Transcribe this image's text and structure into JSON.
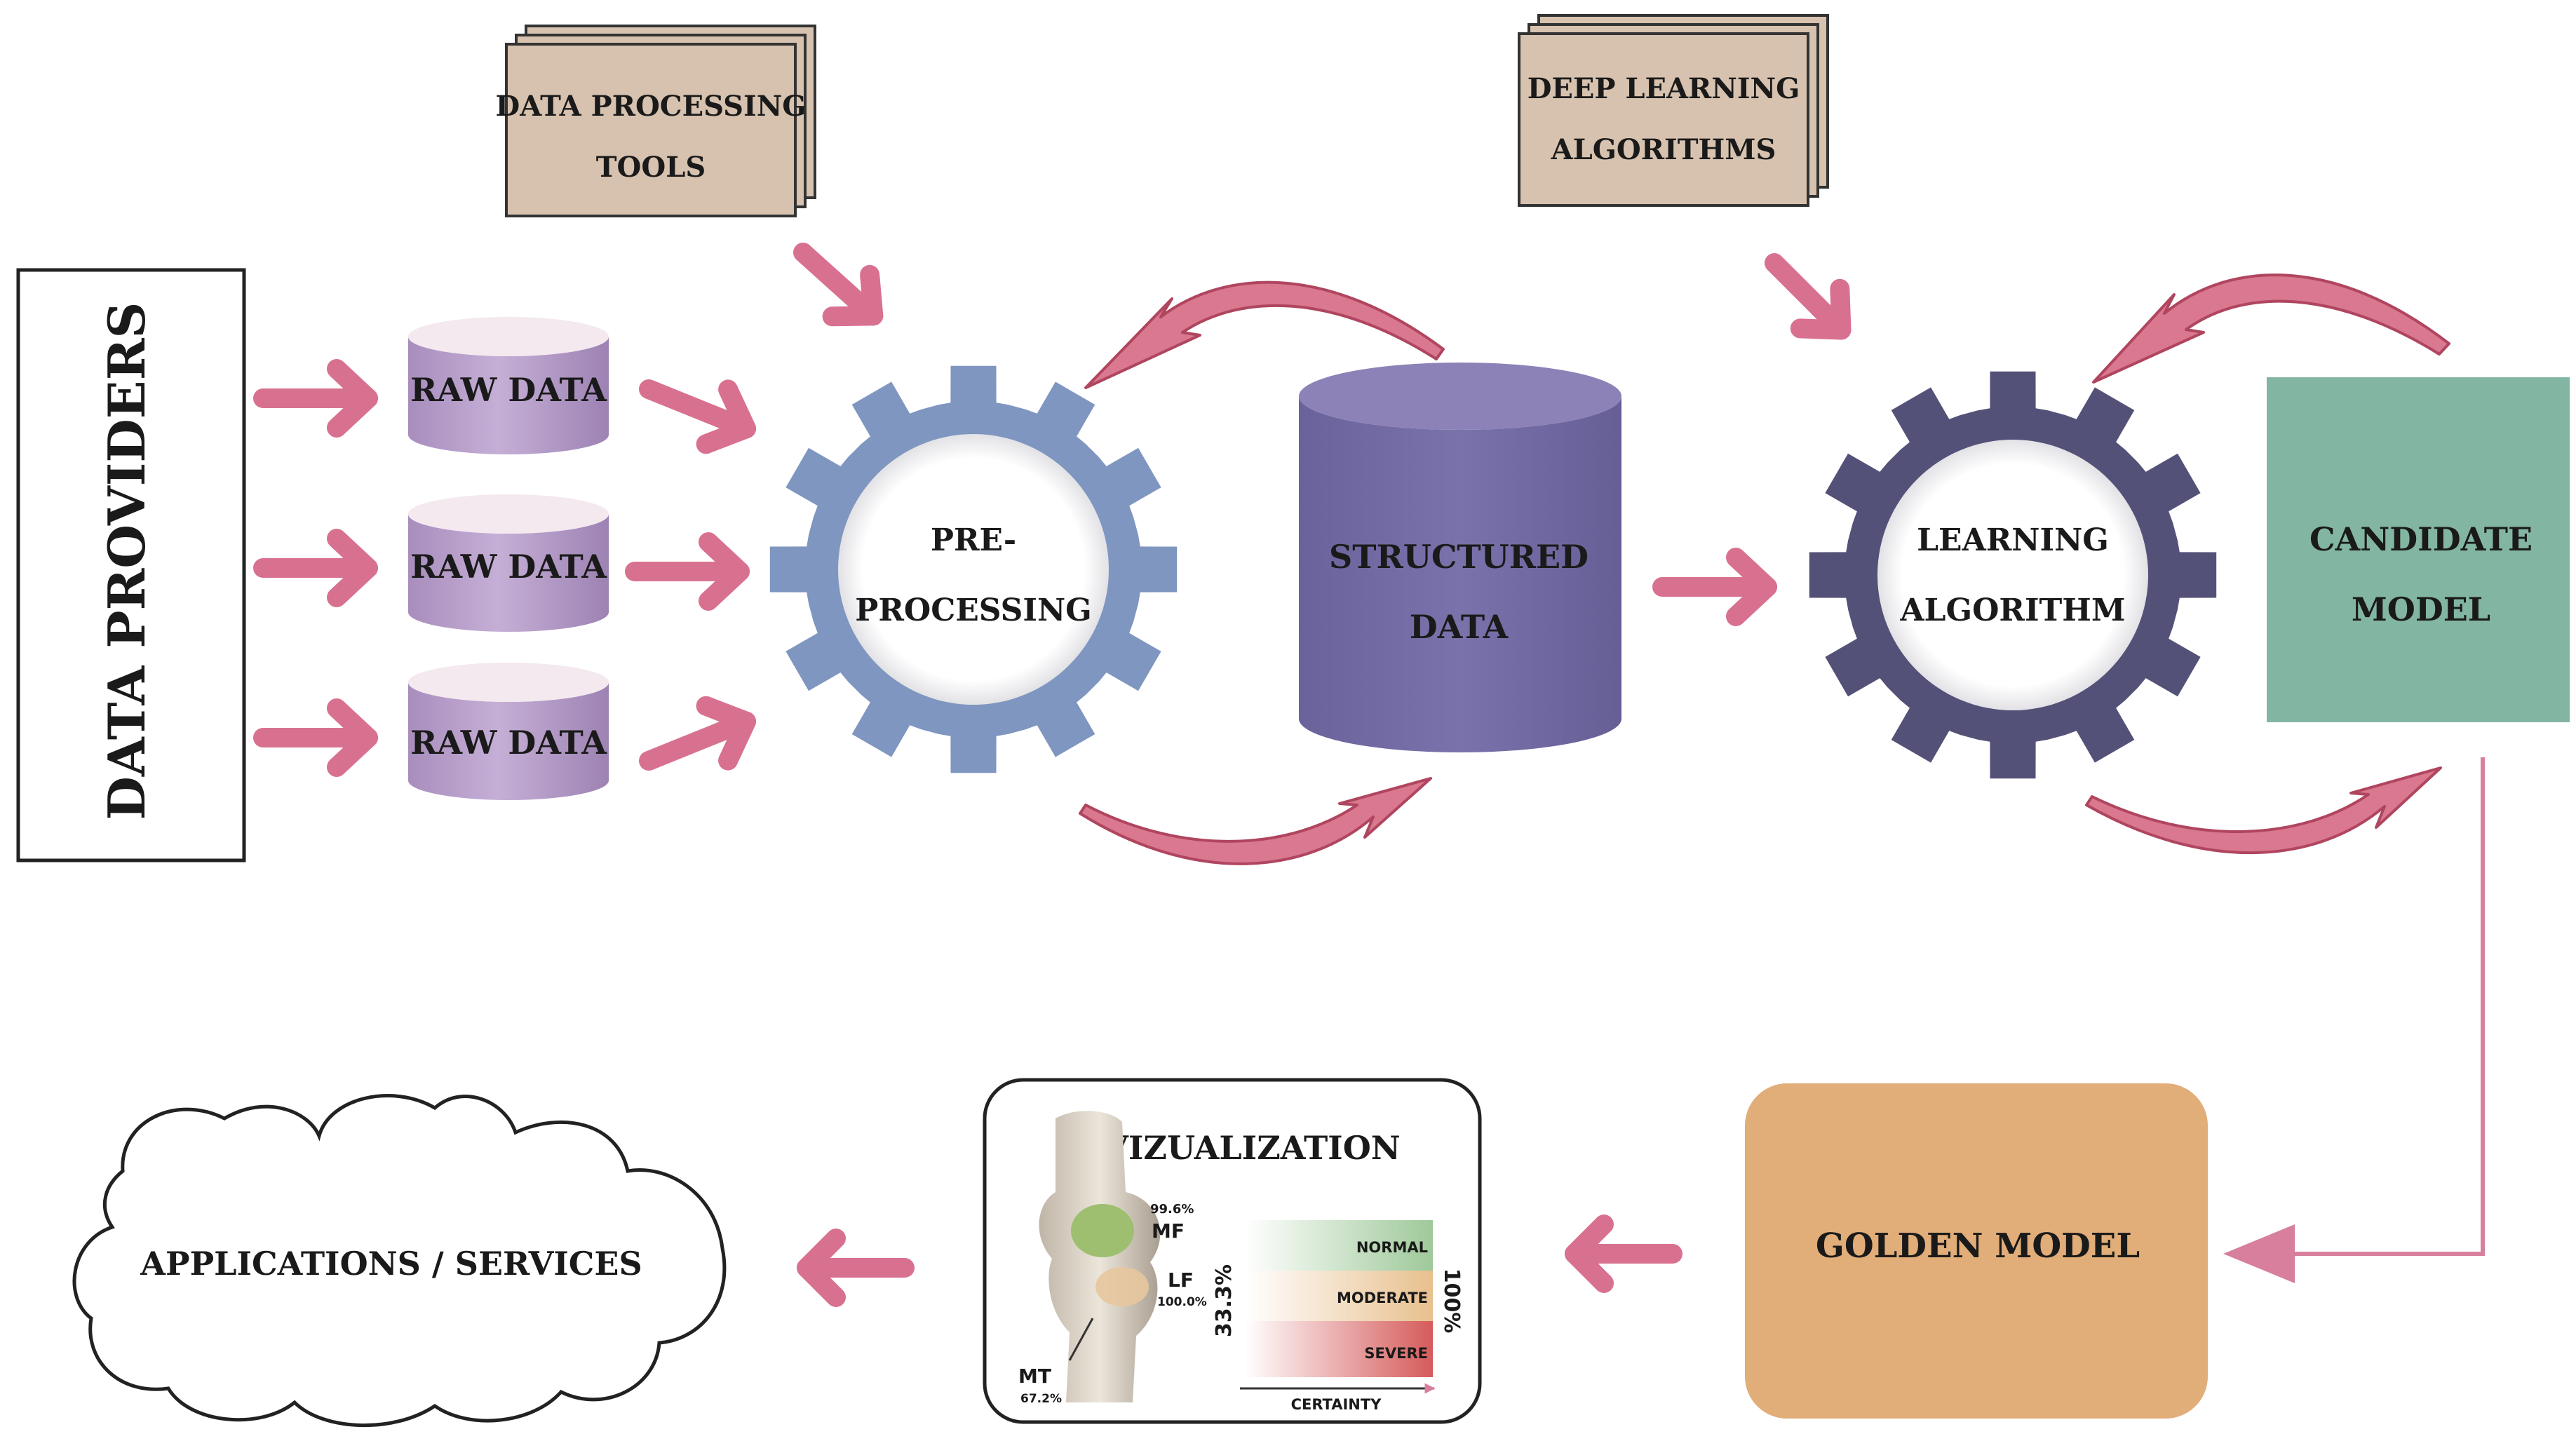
{
  "colors": {
    "pink_arrow": "#d8718f",
    "curve_fill": "#d9788f",
    "curve_stroke": "#b0455f",
    "raw_data_fill": "#b79cc9",
    "raw_data_top": "#f3e9ef",
    "gear_pre": "#7f96c0",
    "gear_learning": "#545178",
    "structured_data": "#736ba4",
    "tool_box": "#d7c2af",
    "candidate_model": "#83b6a2",
    "golden_model": "#e1ad79",
    "connector": "#d77f9c"
  },
  "data_providers": {
    "label": "DATA PROVIDERS"
  },
  "raw_data": [
    {
      "label": "RAW DATA"
    },
    {
      "label": "RAW DATA"
    },
    {
      "label": "RAW DATA"
    }
  ],
  "tools": {
    "data_processing": {
      "line1": "DATA PROCESSING",
      "line2": "TOOLS"
    },
    "deep_learning": {
      "line1": "DEEP LEARNING",
      "line2": "ALGORITHMS"
    }
  },
  "preprocessing": {
    "line1": "PRE-",
    "line2": "PROCESSING"
  },
  "structured_data": {
    "line1": "STRUCTURED",
    "line2": "DATA"
  },
  "learning_algorithm": {
    "line1": "LEARNING",
    "line2": "ALGORITHM"
  },
  "candidate_model": {
    "line1": "CANDIDATE",
    "line2": "MODEL"
  },
  "golden_model": {
    "label": "GOLDEN MODEL"
  },
  "visualization": {
    "title": "VIZUALIZATION",
    "mf_label": "MF",
    "mf_value": "99.6%",
    "lf_label": "LF",
    "lf_value": "100.0%",
    "mt_label": "MT",
    "mt_value": "67.2%",
    "normal": "NORMAL",
    "moderate": "MODERATE",
    "severe": "SEVERE",
    "certainty": "CERTAINTY",
    "left_percent": "33.3%",
    "right_percent": "100%"
  },
  "applications": {
    "label": "APPLICATIONS / SERVICES"
  }
}
